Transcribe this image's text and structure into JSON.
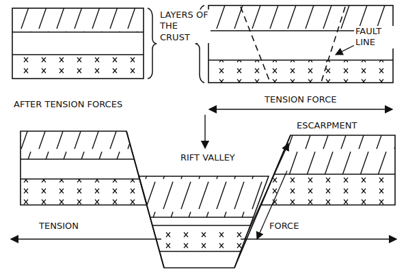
{
  "diagram": {
    "labels": [
      "LAYERS OF THE CRUST",
      "FAULT LINE",
      "AFTER TENSION FORCES",
      "TENSION FORCE",
      "RIFT VALLEY",
      "ESCARPMENT",
      "TENSION",
      "FORCE"
    ]
  }
}
